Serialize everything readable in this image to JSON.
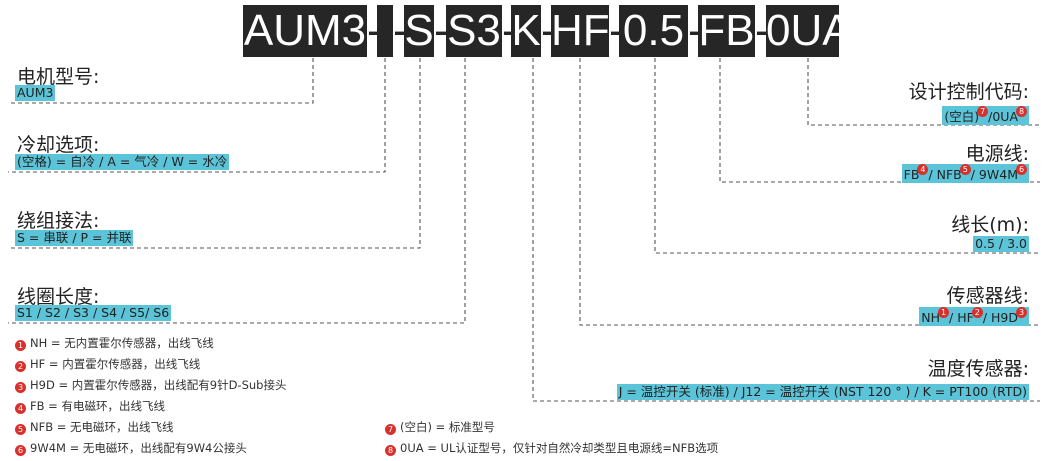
{
  "model_code": {
    "segments": [
      "AUM3",
      "",
      "S",
      "S3",
      "K",
      "HF",
      "0.5",
      "FB",
      "0UA"
    ],
    "separator": "-"
  },
  "left_fields": [
    {
      "title": "电机型号:",
      "value": "AUM3"
    },
    {
      "title": "冷却选项:",
      "value": "(空格) = 自冷 / A = 气冷 / W = 水冷"
    },
    {
      "title": "绕组接法:",
      "value": "S = 串联 / P = 并联"
    },
    {
      "title": "线圈长度:",
      "value": "S1 / S2 / S3 / S4 / S5/ S6"
    }
  ],
  "right_fields": {
    "design_code": {
      "title": "设计控制代码:",
      "value_a": "(空白)",
      "b1": "7",
      "value_b": "/0UA",
      "b2": "8"
    },
    "power_cable": {
      "title": "电源线:",
      "v1": "FB",
      "n1": "4",
      "v2": "/ NFB",
      "n2": "5",
      "v3": "/ 9W4M",
      "n3": "6"
    },
    "cable_length": {
      "title": "线长(m):",
      "value": "0.5 / 3.0"
    },
    "sensor_cable": {
      "title": "传感器线:",
      "v1": "NH",
      "n1": "1",
      "v2": "/ HF",
      "n2": "2",
      "v3": "/ H9D",
      "n3": "3"
    },
    "temp_sensor": {
      "title": "温度传感器:",
      "value": "J = 温控开关 (标准) / J12 = 温控开关 (NST 120 ° ) / K = PT100 (RTD)"
    }
  },
  "notes_left": [
    {
      "num": "1",
      "text": "NH = 无内置霍尔传感器，出线飞线"
    },
    {
      "num": "2",
      "text": "HF = 内置霍尔传感器，出线飞线"
    },
    {
      "num": "3",
      "text": "H9D = 内置霍尔传感器，出线配有9针D-Sub接头"
    },
    {
      "num": "4",
      "text": "FB = 有电磁环，出线飞线"
    },
    {
      "num": "5",
      "text": "NFB = 无电磁环，出线飞线"
    },
    {
      "num": "6",
      "text": "9W4M = 无电磁环，出线配有9W4公接头"
    }
  ],
  "notes_right": [
    {
      "num": "7",
      "text": "(空白) = 标准型号"
    },
    {
      "num": "8",
      "text": "0UA = UL认证型号，仅针对自然冷却类型且电源线=NFB选项"
    }
  ],
  "colors": {
    "code_bg": "#262626",
    "highlight": "#5bc4d8",
    "badge": "#d9302c"
  }
}
